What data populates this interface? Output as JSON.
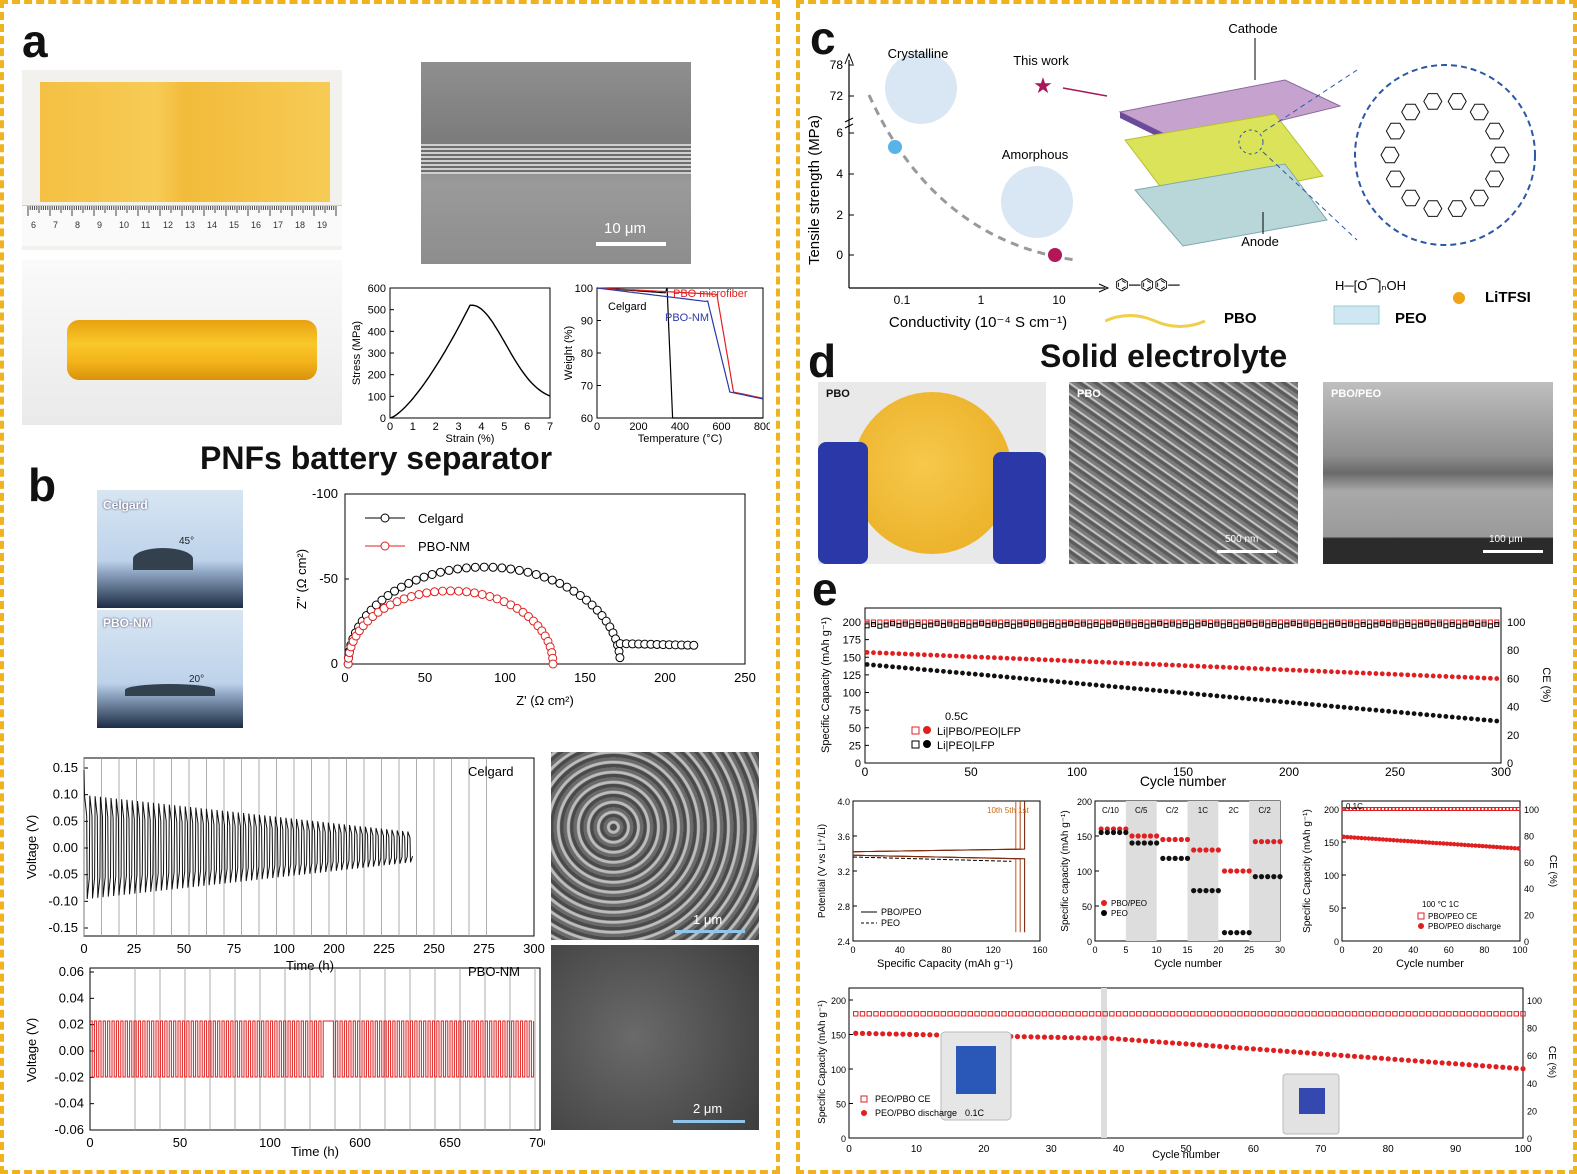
{
  "panels": {
    "a": "a",
    "b": "b",
    "c": "c",
    "d": "d",
    "e": "e"
  },
  "headings": {
    "pnfs": "PNFs battery separator",
    "solid": "Solid electrolyte"
  },
  "a": {
    "ruler_ticks": [
      "6",
      "7",
      "8",
      "9",
      "10",
      "11",
      "12",
      "13",
      "14",
      "15",
      "16",
      "17",
      "18",
      "19"
    ],
    "sem_scale": "10 μm",
    "stress": {
      "xlabel": "Strain (%)",
      "ylabel": "Stress (MPa)",
      "xticks": [
        "0",
        "1",
        "2",
        "3",
        "4",
        "5",
        "6",
        "7"
      ],
      "yticks": [
        "0",
        "100",
        "200",
        "300",
        "400",
        "500",
        "600"
      ]
    },
    "tga": {
      "xlabel": "Temperature (°C)",
      "ylabel": "Weight (%)",
      "xticks": [
        "0",
        "200",
        "400",
        "600",
        "800"
      ],
      "yticks": [
        "60",
        "70",
        "80",
        "90",
        "100"
      ],
      "celgard": "Celgard",
      "pbo_micro": "PBO microfiber",
      "pbo_nm": "PBO-NM"
    }
  },
  "b": {
    "contact": {
      "celgard": "Celgard",
      "celgard_angle": "45°",
      "pbonm": "PBO-NM",
      "pbonm_angle": "20°"
    },
    "nyquist": {
      "xlabel": "Z' (Ω cm²)",
      "ylabel": "Z'' (Ω cm²)",
      "xticks": [
        "0",
        "50",
        "100",
        "150",
        "200",
        "250"
      ],
      "yticks": [
        "0",
        "-50",
        "-100"
      ],
      "legend_celgard": "Celgard",
      "legend_pbonm": "PBO-NM"
    },
    "cyc1": {
      "xlabel": "Time (h)",
      "ylabel": "Voltage (V)",
      "label": "Celgard",
      "xticks": [
        "0",
        "25",
        "50",
        "75",
        "100",
        "200",
        "225",
        "250",
        "275",
        "300"
      ],
      "yticks": [
        "0.15",
        "0.10",
        "0.05",
        "0.00",
        "-0.05",
        "-0.10",
        "-0.15"
      ]
    },
    "cyc2": {
      "xlabel": "Time (h)",
      "ylabel": "Voltage (V)",
      "label": "PBO-NM",
      "xticks": [
        "0",
        "50",
        "100",
        "600",
        "650",
        "700"
      ],
      "yticks": [
        "0.06",
        "0.04",
        "0.02",
        "0.00",
        "-0.02",
        "-0.04",
        "-0.06"
      ]
    },
    "sem1_scale": "1 μm",
    "sem2_scale": "2 μm"
  },
  "c": {
    "xlabel": "Conductivity (10⁻⁴ S cm⁻¹)",
    "ylabel": "Tensile strength (MPa)",
    "yticks": [
      "0",
      "2",
      "4",
      "6",
      "72",
      "78"
    ],
    "xticks": [
      "0.1",
      "1",
      "10"
    ],
    "crystalline": "Crystalline",
    "amorphous": "Amorphous",
    "this_work": "This work",
    "cathode": "Cathode",
    "anode": "Anode",
    "pbo": "PBO",
    "peo": "PEO",
    "litfsi": "LiTFSI"
  },
  "d": {
    "pbo1": "PBO",
    "pbo2": "PBO",
    "pbopeo": "PBO/PEO",
    "scale2": "500 nm",
    "scale3": "100 μm"
  },
  "e": {
    "top": {
      "xlabel": "Cycle number",
      "ylabel": "Specific Capacity (mAh g⁻¹)",
      "ylabel2": "CE (%)",
      "xticks": [
        "0",
        "50",
        "100",
        "150",
        "200",
        "250",
        "300"
      ],
      "yticks": [
        "0",
        "25",
        "50",
        "75",
        "100",
        "125",
        "150",
        "175",
        "200"
      ],
      "y2ticks": [
        "0",
        "20",
        "40",
        "60",
        "80",
        "100"
      ],
      "rate": "0.5C",
      "leg1": "Li|PBO/PEO|LFP",
      "leg2": "Li|PEO|LFP"
    },
    "vprof": {
      "xlabel": "Specific Capacity (mAh g⁻¹)",
      "ylabel": "Potential (V vs Li⁺/Li)",
      "xticks": [
        "0",
        "40",
        "80",
        "120",
        "160"
      ],
      "yticks": [
        "2.4",
        "2.8",
        "3.2",
        "3.6",
        "4.0"
      ],
      "cyc": "10th 5th 1st",
      "leg1": "PBO/PEO",
      "leg2": "PEO"
    },
    "rate": {
      "xlabel": "Cycle number",
      "ylabel": "Specific capacity (mAh g⁻¹)",
      "xticks": [
        "0",
        "5",
        "10",
        "15",
        "20",
        "25",
        "30"
      ],
      "yticks": [
        "0",
        "50",
        "100",
        "150",
        "200"
      ],
      "rates": [
        "C/10",
        "C/5",
        "C/2",
        "1C",
        "2C",
        "C/2"
      ],
      "leg1": "PBO/PEO",
      "leg2": "PEO"
    },
    "hot": {
      "xlabel": "Cycle number",
      "ylabel": "Specific Capacity (mAh g⁻¹)",
      "ylabel2": "CE (%)",
      "xticks": [
        "0",
        "20",
        "40",
        "60",
        "80",
        "100"
      ],
      "yticks": [
        "0",
        "50",
        "100",
        "150",
        "200"
      ],
      "y2ticks": [
        "0",
        "20",
        "40",
        "60",
        "80",
        "100"
      ],
      "rate": "0.1C",
      "cond": "100 °C  1C",
      "leg1": "PBO/PEO CE",
      "leg2": "PBO/PEO discharge"
    },
    "pouch": {
      "xlabel": "Cycle number",
      "ylabel": "Specific Capacity (mAh g⁻¹)",
      "ylabel2": "CE (%)",
      "xticks": [
        "0",
        "10",
        "20",
        "30",
        "40",
        "50",
        "60",
        "70",
        "80",
        "90",
        "100"
      ],
      "yticks": [
        "0",
        "50",
        "100",
        "150",
        "200"
      ],
      "y2ticks": [
        "0",
        "20",
        "40",
        "60",
        "80",
        "100"
      ],
      "leg1": "PEO/PBO CE",
      "leg2": "PEO/PBO discharge",
      "rate": "0.1C"
    }
  }
}
